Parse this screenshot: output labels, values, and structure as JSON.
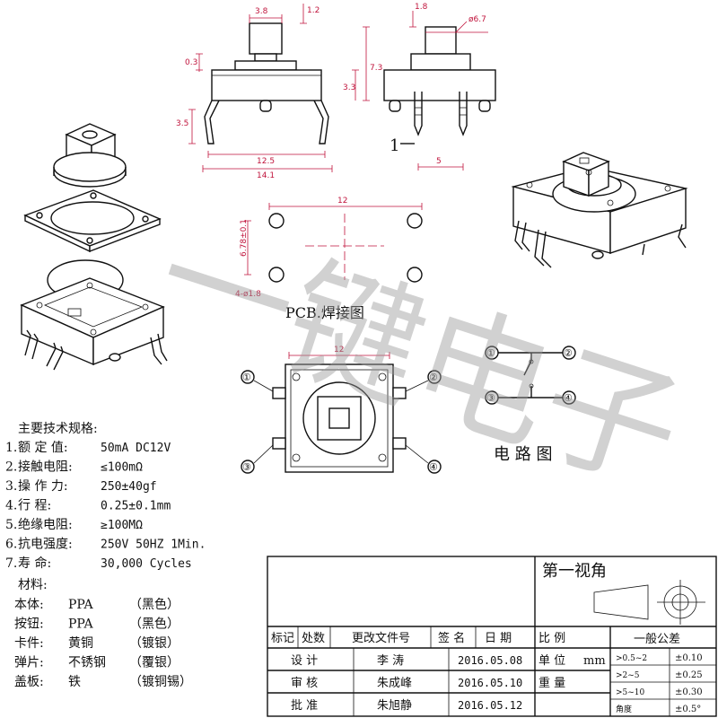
{
  "pcb_title": "PCB.焊接图",
  "circuit_title": "电 路 图",
  "watermark": "一键电子",
  "pin_numbers": [
    "①",
    "②",
    "③",
    "④"
  ],
  "dimensions": {
    "d1": "1.2",
    "d2": "3.8",
    "d3": "0.3",
    "d4": "7.3",
    "d5": "3.3",
    "d6": "3.5",
    "d7": "12.5",
    "d8": "14.1",
    "d9": "1.8",
    "d10": "ø6.7",
    "d11": "1",
    "d12": "5",
    "d13": "12",
    "d14": "6.78±0.1",
    "d15": "4-ø1.8",
    "d16": "12"
  },
  "specs": {
    "heading": "主要技术规格:",
    "rows": [
      {
        "num": "1.",
        "label": "额 定 值:",
        "value": "50mA DC12V"
      },
      {
        "num": "2.",
        "label": "接触电阻:",
        "value": "≤100mΩ"
      },
      {
        "num": "3.",
        "label": "操 作 力:",
        "value": "250±40gf"
      },
      {
        "num": "4.",
        "label": "行    程:",
        "value": "0.25±0.1mm"
      },
      {
        "num": "5.",
        "label": "绝缘电阻:",
        "value": "≥100MΩ"
      },
      {
        "num": "6.",
        "label": "抗电强度:",
        "value": "250V 50HZ 1Min."
      },
      {
        "num": "7.",
        "label": "寿    命:",
        "value": "30,000 Cycles"
      }
    ]
  },
  "materials": {
    "heading": "材料:",
    "rows": [
      {
        "part": "本体:",
        "material": "PPA",
        "finish": "（黑色）"
      },
      {
        "part": "按钮:",
        "material": "PPA",
        "finish": "（黑色）"
      },
      {
        "part": "卡件:",
        "material": "黄铜",
        "finish": "（镀银）"
      },
      {
        "part": "弹片:",
        "material": "不锈钢",
        "finish": "（覆银）"
      },
      {
        "part": "盖板:",
        "material": "铁",
        "finish": "（镀铜锡）"
      }
    ]
  },
  "title_block": {
    "view_label": "第一视角",
    "headers": [
      "标记",
      "处数",
      "更改文件号",
      "签 名",
      "日 期",
      "比 例"
    ],
    "general_tolerance": "一般公差",
    "rows": [
      {
        "role": "设 计",
        "name": "李 涛",
        "date": "2016.05.08",
        "field": "单 位",
        "field_value": "mm"
      },
      {
        "role": "审 核",
        "name": "朱成峰",
        "date": "2016.05.10",
        "field": "重 量",
        "field_value": ""
      },
      {
        "role": "批 准",
        "name": "朱旭静",
        "date": "2016.05.12",
        "field": "",
        "field_value": ""
      }
    ],
    "tolerances": [
      {
        "range": ">0.5~2",
        "value": "±0.10"
      },
      {
        "range": ">2~5",
        "value": "±0.25"
      },
      {
        "range": ">5~10",
        "value": "±0.30"
      },
      {
        "range": "角度",
        "value": "±0.5°"
      }
    ]
  }
}
